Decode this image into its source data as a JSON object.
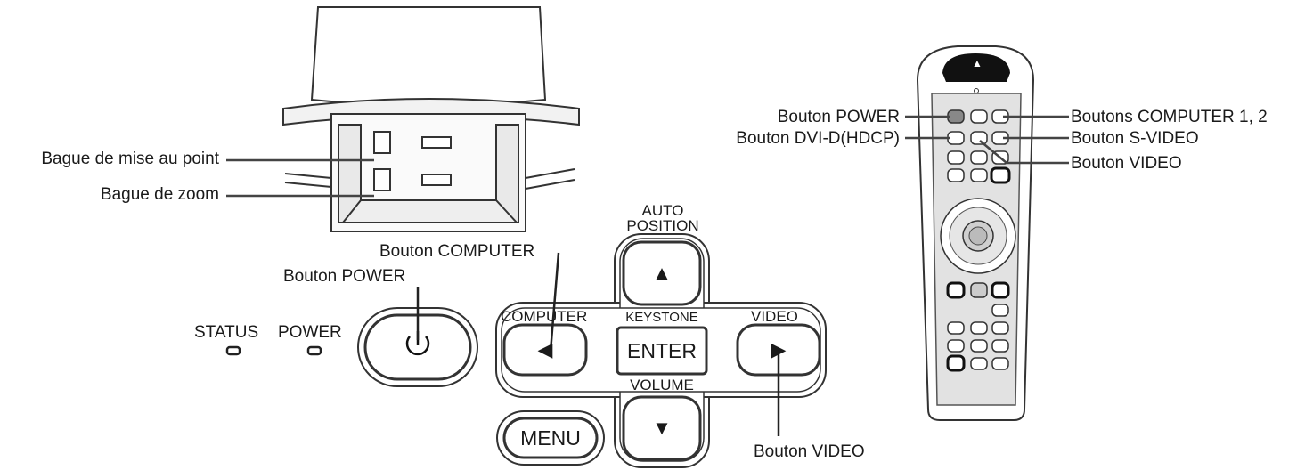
{
  "lens": {
    "focus_ring_label": "Bague de mise au point",
    "zoom_ring_label": "Bague de zoom"
  },
  "panel": {
    "status_led_label": "STATUS",
    "power_led_label": "POWER",
    "power_button_callout": "Bouton POWER",
    "computer_button_callout": "Bouton COMPUTER",
    "video_button_callout": "Bouton VIDEO",
    "auto_position_label_line1": "AUTO",
    "auto_position_label_line2": "POSITION",
    "computer_key_label": "COMPUTER",
    "keystone_label": "KEYSTONE",
    "video_key_label": "VIDEO",
    "volume_label": "VOLUME",
    "enter_key": "ENTER",
    "menu_key": "MENU",
    "up_arrow": "▲",
    "down_arrow": "▼",
    "left_arrow": "◀",
    "right_arrow": "▶"
  },
  "remote": {
    "power_callout": "Bouton POWER",
    "dvi_callout": "Bouton DVI-D(HDCP)",
    "computer_callout": "Boutons COMPUTER 1, 2",
    "svideo_callout": "Bouton S-VIDEO",
    "video_callout": "Bouton VIDEO",
    "top_symbol": "▲"
  }
}
